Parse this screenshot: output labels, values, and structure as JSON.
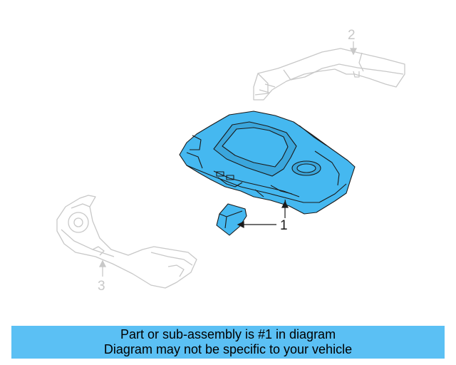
{
  "callouts": {
    "part_1": "1",
    "part_2": "2",
    "part_3": "3"
  },
  "banner": {
    "line1": "Part or sub-assembly is #1 in diagram",
    "line2": "Diagram may not be specific to your vehicle"
  },
  "colors": {
    "highlight_part": "#45b8f0",
    "outline_dark": "#1a1a1a",
    "ghost_part": "#c8c8c8",
    "banner_bg": "#5bc0f4"
  }
}
